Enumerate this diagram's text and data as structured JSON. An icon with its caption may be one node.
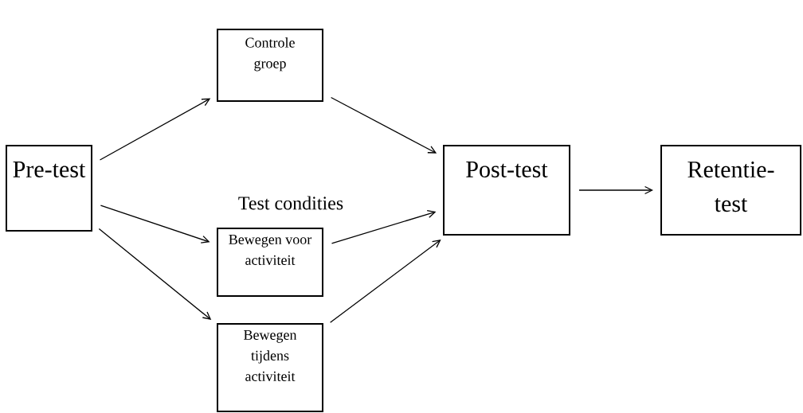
{
  "diagram": {
    "nodes": [
      {
        "text": [
          "Pre-test"
        ]
      },
      {
        "text": [
          "Controle groep"
        ]
      },
      {
        "text": [
          "Bewegen voor activiteit"
        ]
      },
      {
        "text": [
          "Bewegen tijdens activiteit"
        ]
      },
      {
        "text": [
          "Post-test"
        ]
      },
      {
        "text": [
          "Retentie-test"
        ]
      }
    ],
    "edges": [
      {
        "from": 0,
        "to": 1,
        "arrow": "to"
      },
      {
        "from": 0,
        "to": 2,
        "arrow": "to"
      },
      {
        "from": 0,
        "to": 3,
        "arrow": "to"
      },
      {
        "from": 1,
        "to": 4,
        "arrow": "to"
      },
      {
        "from": 2,
        "to": 4,
        "arrow": "to"
      },
      {
        "from": 3,
        "to": 4,
        "arrow": "to"
      },
      {
        "from": 4,
        "to": 5,
        "arrow": "to"
      }
    ],
    "labels": [
      "Test condities"
    ]
  }
}
